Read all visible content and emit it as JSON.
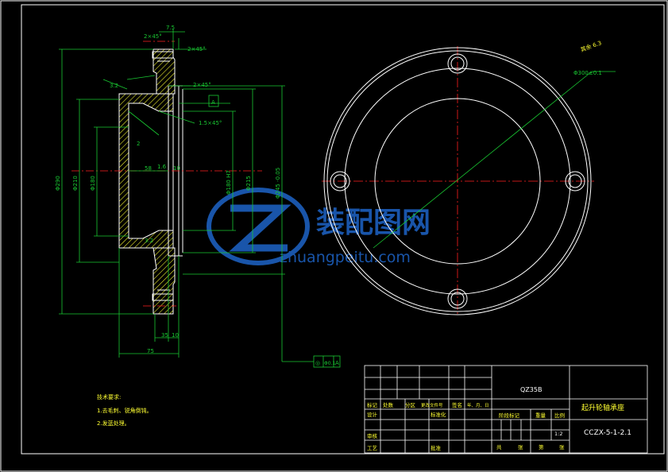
{
  "colors": {
    "background": "#000000",
    "outline": "#ffffff",
    "dimension": "#19c832",
    "center_line": "#ff2020",
    "hatch": "#ffff32",
    "title_text": "#ffff32",
    "watermark": "#1e64c8"
  },
  "section_view": {
    "chamfer_top": "2×45°",
    "chamfer_right": "2×45°",
    "dim_top": "7.5",
    "chamfer_mid": "2×45°",
    "chamfer_small": "1.5×45°",
    "datum_a": "A",
    "dim_overall_dia": "Φ290",
    "dim_inner_dia_1": "Φ210",
    "dim_inner_dia_2": "Φ180",
    "dim_bore_1": "Φ180 H7",
    "dim_bore_2": "Φ215",
    "dim_bore_3": "Φ245 -0.05",
    "dim_depth": "58",
    "roughness_mark": "3.2",
    "roughness_mark_2": "3.2",
    "roughness_1": "1.6",
    "dim_ten": "10",
    "dim_width_inner": "35",
    "dim_width_flange": "10",
    "dim_width_total": "75",
    "small_num": "2",
    "tolerance_symbol": "◎",
    "tolerance_value": "Φ0.1",
    "tolerance_datum": "A"
  },
  "front_view": {
    "pitch_circle_label": "Φ300±0.1",
    "surface_note": "其余 6.3"
  },
  "tech_requirements": {
    "title": "技术要求:",
    "items": [
      "1.去毛刺、锐角倒钝。",
      "2.发蓝处理。"
    ]
  },
  "watermark": {
    "cn": "装配图网",
    "url": "zhuangpeitu.com"
  },
  "title_block": {
    "material": "QZ35B",
    "part_name": "起升轮轴承座",
    "drawing_number": "CCZX-5-1-2.1",
    "scale": "1:2",
    "row_labels_top": [
      "标记",
      "处数",
      "分区",
      "更改文件号",
      "签名",
      "年、月、日"
    ],
    "row_designer": "设计",
    "row_standard": "标准化",
    "row_review": "审核",
    "row_process": "工艺",
    "row_approve": "批准",
    "stage_mark": "阶段标记",
    "weight": "重量",
    "ratio": "比例",
    "sheets_total": "共",
    "sheets_unit": "张",
    "sheet_no": "第",
    "sheet_unit2": "张"
  }
}
